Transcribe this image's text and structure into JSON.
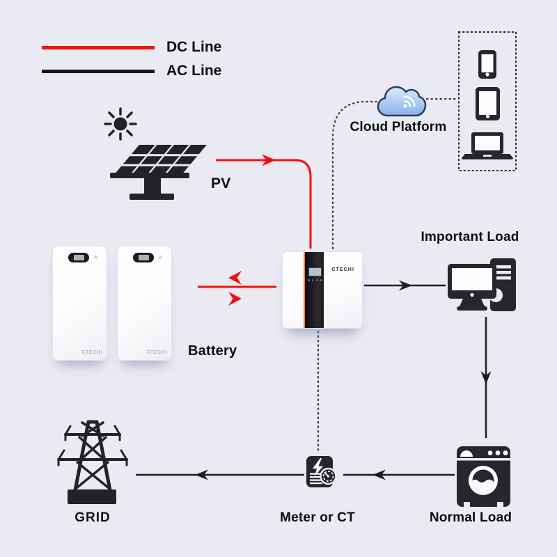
{
  "legend": {
    "items": [
      {
        "label": "DC Line",
        "color": "#f50f0f"
      },
      {
        "label": "AC Line",
        "color": "#16161a"
      }
    ]
  },
  "nodes": {
    "pv": {
      "label": "PV"
    },
    "cloud_platform": {
      "label": "Cloud Platform"
    },
    "client_devices": {
      "items": [
        "smartphone",
        "tablet",
        "laptop"
      ]
    },
    "battery": {
      "label": "Battery",
      "count": 2,
      "brand": "CTECHI"
    },
    "inverter": {
      "brand": "CTECHI"
    },
    "important_load": {
      "label": "Important Load"
    },
    "normal_load": {
      "label": "Normal Load"
    },
    "meter": {
      "label": "Meter or CT"
    },
    "grid": {
      "label": "GRID"
    }
  },
  "connections": [
    {
      "from": "pv",
      "to": "inverter",
      "type": "dc"
    },
    {
      "from": "battery",
      "to": "inverter",
      "type": "dc",
      "bidirectional": true
    },
    {
      "from": "inverter",
      "to": "important_load",
      "type": "ac"
    },
    {
      "from": "important_load",
      "to": "normal_load",
      "type": "ac"
    },
    {
      "from": "normal_load",
      "to": "meter",
      "type": "ac"
    },
    {
      "from": "meter",
      "to": "grid",
      "type": "ac"
    },
    {
      "from": "inverter",
      "to": "meter",
      "type": "signal-dotted"
    },
    {
      "from": "inverter",
      "to": "cloud_platform",
      "type": "signal-dotted"
    },
    {
      "from": "cloud_platform",
      "to": "client_devices",
      "type": "signal-dotted"
    }
  ],
  "colors": {
    "background": "#e9eaf2",
    "dc_line": "#f50f0f",
    "ac_line": "#1c1c22",
    "icon_dark": "#26262c",
    "inverter_accent": "#ff8326",
    "cloud_fill_top": "#dcebfc",
    "cloud_fill_bottom": "#86b1ec",
    "cloud_stroke": "#2e3b55"
  }
}
